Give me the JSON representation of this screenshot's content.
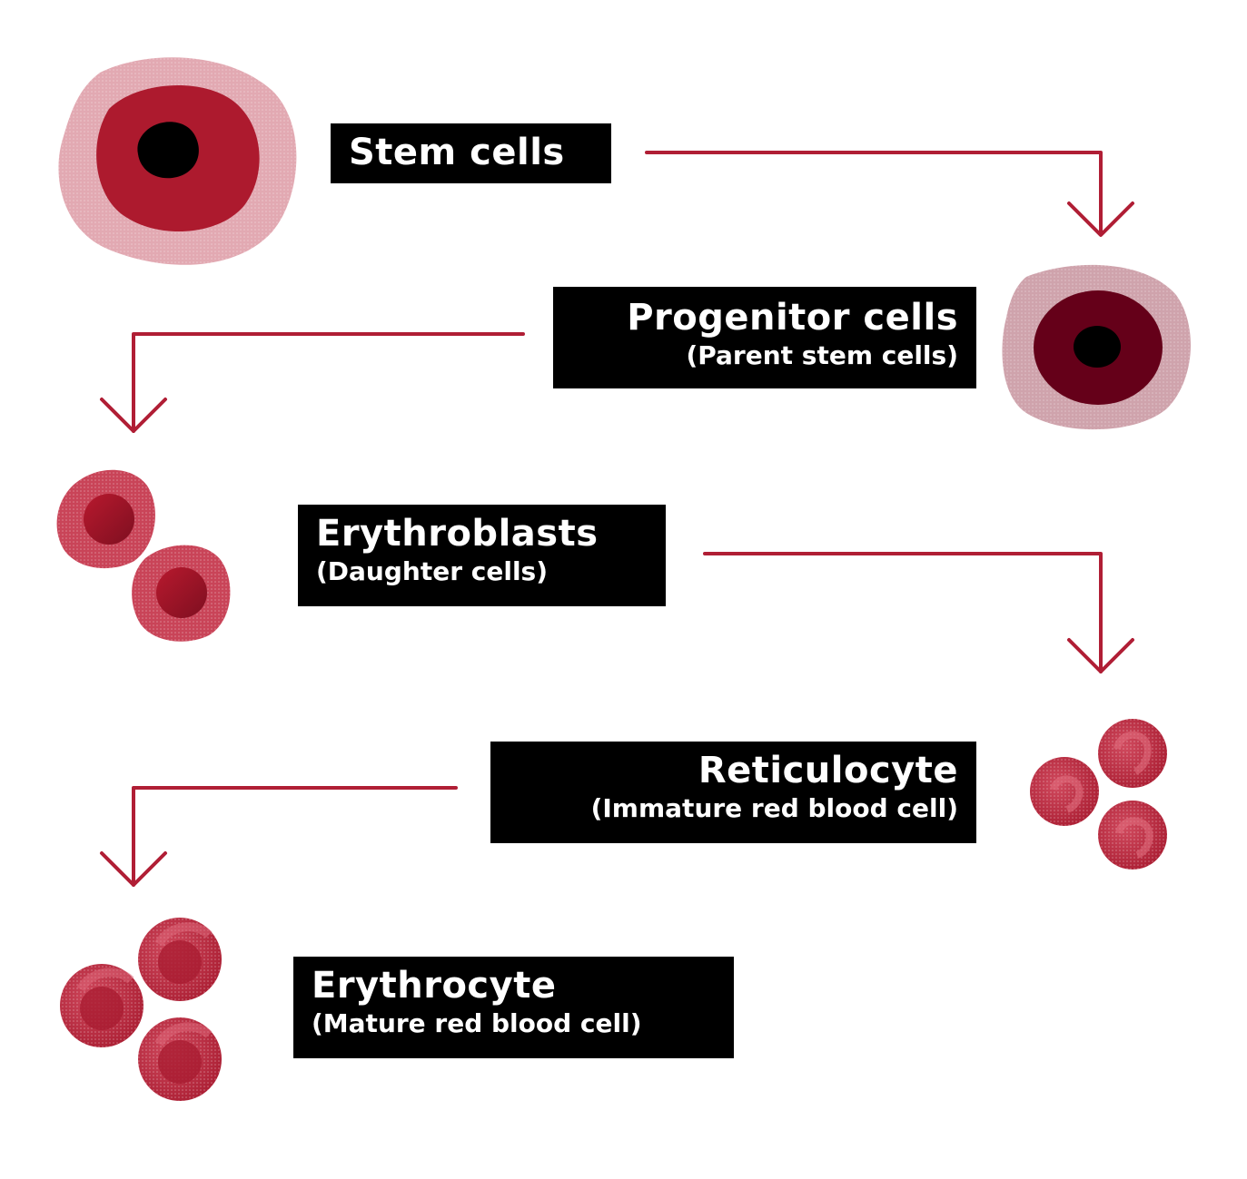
{
  "stages": [
    {
      "id": "stem",
      "title": "Stem cells",
      "subtitle": ""
    },
    {
      "id": "progenitor",
      "title": "Progenitor cells",
      "subtitle": "(Parent stem cells)"
    },
    {
      "id": "erythroblasts",
      "title": "Erythroblasts",
      "subtitle": "(Daughter cells)"
    },
    {
      "id": "reticulocyte",
      "title": "Reticulocyte",
      "subtitle": "(Immature red blood cell)"
    },
    {
      "id": "erythrocyte",
      "title": "Erythrocyte",
      "subtitle": "(Mature red blood cell)"
    }
  ],
  "colors": {
    "label_background": "#000000",
    "label_text": "#ffffff",
    "arrow": "#b01e35",
    "stem_outer": "#e2a9b2",
    "stem_inner": "#ad1a2e",
    "progenitor_outer": "#cfa3ac",
    "progenitor_inner": "#650019",
    "nucleus": "#000000",
    "rbc_light": "#c94458",
    "rbc_dark": "#9a1428"
  }
}
